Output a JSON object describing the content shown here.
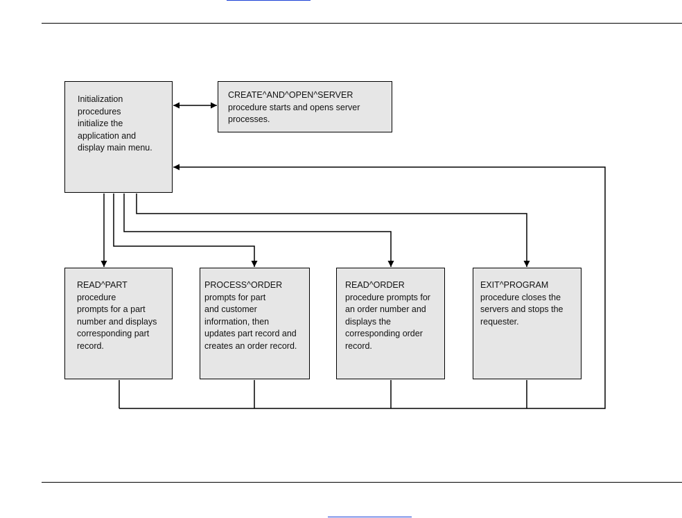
{
  "diagram": {
    "nodes": {
      "init": {
        "text": "Initialization\nprocedures\ninitialize the\napplication and\ndisplay main menu."
      },
      "create_server": {
        "text": "CREATE^AND^OPEN^SERVER\nprocedure starts and opens server\nprocesses."
      },
      "read_part": {
        "text": "READ^PART\nprocedure\nprompts for a part\nnumber and displays\ncorresponding  part\nrecord."
      },
      "process_order": {
        "text": "PROCESS^ORDER\nprompts for part\nand customer\ninformation, then\nupdates part record and\ncreates an order record."
      },
      "read_order": {
        "text": "READ^ORDER\nprocedure prompts for\nan order number and\ndisplays the\ncorresponding order\nrecord."
      },
      "exit_program": {
        "text": "EXIT^PROGRAM\nprocedure closes the\nservers and stops the\nrequester."
      }
    },
    "edges": [
      {
        "from": "init",
        "to": "create_server",
        "direction": "both"
      },
      {
        "from": "init",
        "to": "read_part"
      },
      {
        "from": "init",
        "to": "process_order"
      },
      {
        "from": "init",
        "to": "read_order"
      },
      {
        "from": "init",
        "to": "exit_program"
      },
      {
        "from": "read_part",
        "to": "init",
        "via": "return-bus"
      },
      {
        "from": "process_order",
        "to": "init",
        "via": "return-bus"
      },
      {
        "from": "read_order",
        "to": "init",
        "via": "return-bus"
      },
      {
        "from": "exit_program",
        "to": "init",
        "via": "return-bus"
      }
    ]
  },
  "colors": {
    "box_fill": "#e6e6e6",
    "line": "#000000",
    "link": "#1a3fd6"
  }
}
